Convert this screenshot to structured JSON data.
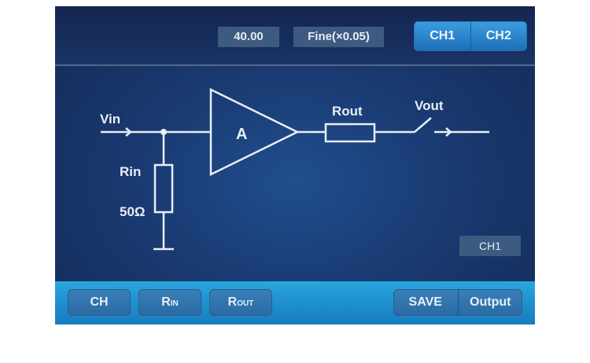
{
  "header": {
    "value": "40.00",
    "step": "Fine(×0.05)",
    "channels": [
      "CH1",
      "CH2"
    ]
  },
  "circuit": {
    "vin": "Vin",
    "amp": "A",
    "rout": "Rout",
    "vout": "Vout",
    "rin": "Rin",
    "rin_value": "50Ω"
  },
  "channel_indicator": "CH1",
  "bottom": {
    "ch": "CH",
    "rin_main": "R",
    "rin_sub": "IN",
    "rout_main": "R",
    "rout_sub": "OUT",
    "save": "SAVE",
    "output": "Output"
  }
}
